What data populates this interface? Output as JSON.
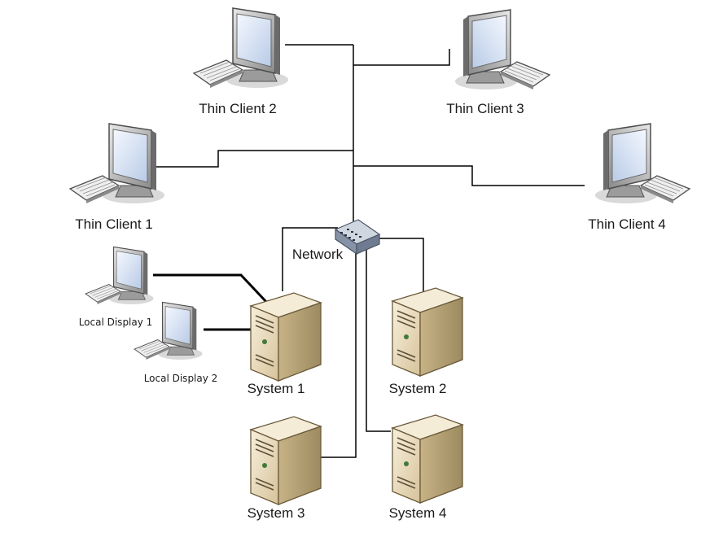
{
  "diagram": {
    "network": {
      "label": "Network"
    },
    "thin_clients": [
      {
        "label": "Thin Client 1"
      },
      {
        "label": "Thin Client 2"
      },
      {
        "label": "Thin Client 3"
      },
      {
        "label": "Thin Client 4"
      }
    ],
    "local_displays": [
      {
        "label": "Local Display 1"
      },
      {
        "label": "Local Display 2"
      }
    ],
    "systems": [
      {
        "label": "System 1"
      },
      {
        "label": "System 2"
      },
      {
        "label": "System 3"
      },
      {
        "label": "System 4"
      }
    ]
  },
  "colors": {
    "line": "#000000",
    "monitor_frame": "#6e6e6e",
    "screen": "#dfe9f7",
    "server_front": "#e9dcc0",
    "server_side": "#b8a478",
    "switch_body": "#9aa6b8"
  }
}
